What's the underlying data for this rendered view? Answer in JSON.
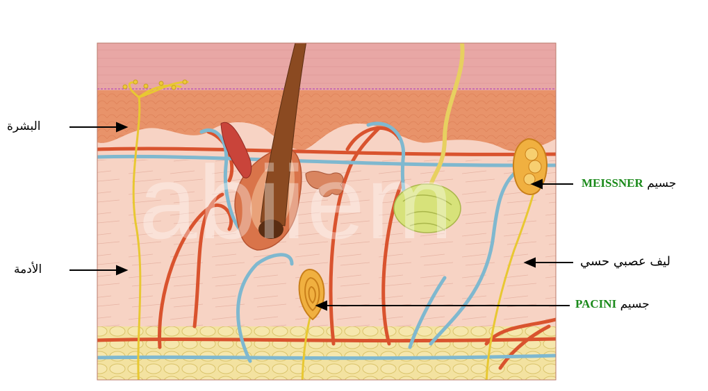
{
  "labels": {
    "epidermis": "البشرة",
    "dermis": "الأدمة",
    "meissner_prefix": "جسيم",
    "meissner_name": "MEISSNER",
    "sensory_fiber": "ليف عصبي حسي",
    "pacini_prefix": "جسيم",
    "pacini_name": "PACINI"
  },
  "watermark": "abiiem",
  "colors": {
    "epidermis_top": "#e8a7a5",
    "epidermis_base": "#e8936a",
    "dermis": "#f7d3c4",
    "fat": "#f3e2a0",
    "artery": "#d9532e",
    "vein": "#7fb8cf",
    "nerve": "#e8c832",
    "label_green": "#1a8a1a"
  }
}
